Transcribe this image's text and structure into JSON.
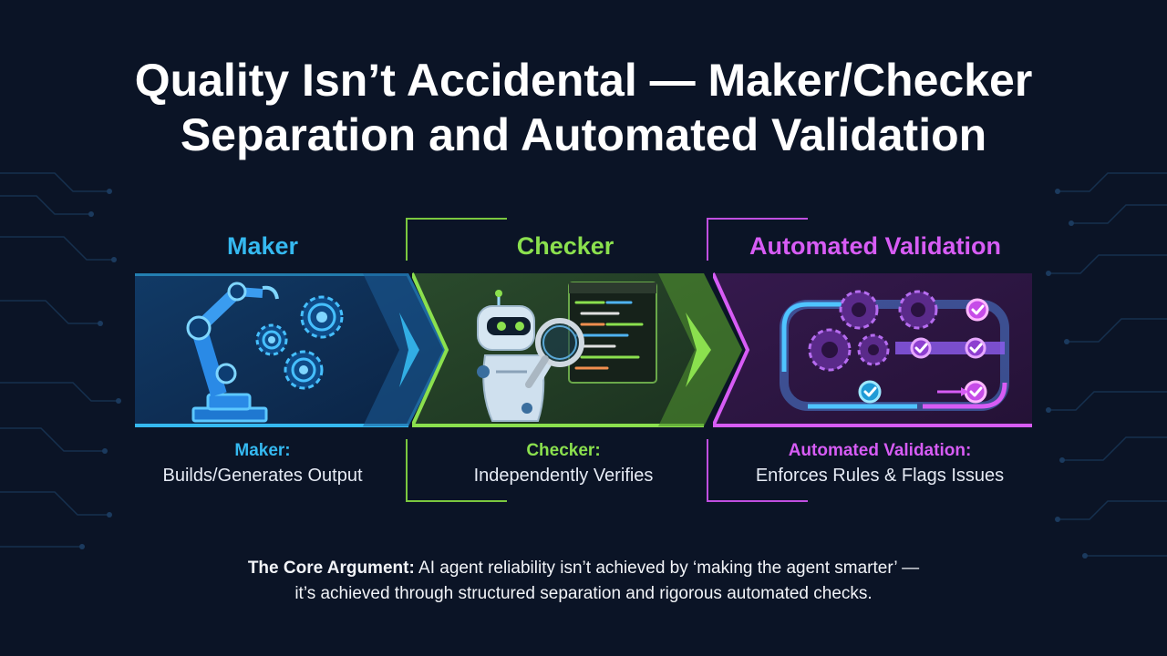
{
  "title": {
    "line1": "Quality Isn’t Accidental — Maker/Checker",
    "line2": "Separation and Automated Validation"
  },
  "columns": [
    {
      "heading": "Maker",
      "caption_title": "Maker:",
      "caption_desc": "Builds/Generates Output",
      "color": "#35b9f0",
      "icon": "robot-arm-gears-icon"
    },
    {
      "heading": "Checker",
      "caption_title": "Checker:",
      "caption_desc": "Independently Verifies",
      "color": "#8be04e",
      "icon": "robot-magnifier-code-icon"
    },
    {
      "heading": "Automated Validation",
      "caption_title": "Automated Validation:",
      "caption_desc": "Enforces Rules & Flags Issues",
      "color": "#d75cf5",
      "icon": "gears-checkmarks-pipeline-icon"
    }
  ],
  "core_argument": {
    "label": "The Core Argument:",
    "line1": "AI agent reliability isn’t achieved by ‘making the agent smarter’ —",
    "line2": "it’s achieved through structured separation and rigorous automated checks."
  },
  "colors": {
    "background": "#0b1426",
    "maker": "#35b9f0",
    "checker": "#8be04e",
    "validation": "#d75cf5"
  }
}
